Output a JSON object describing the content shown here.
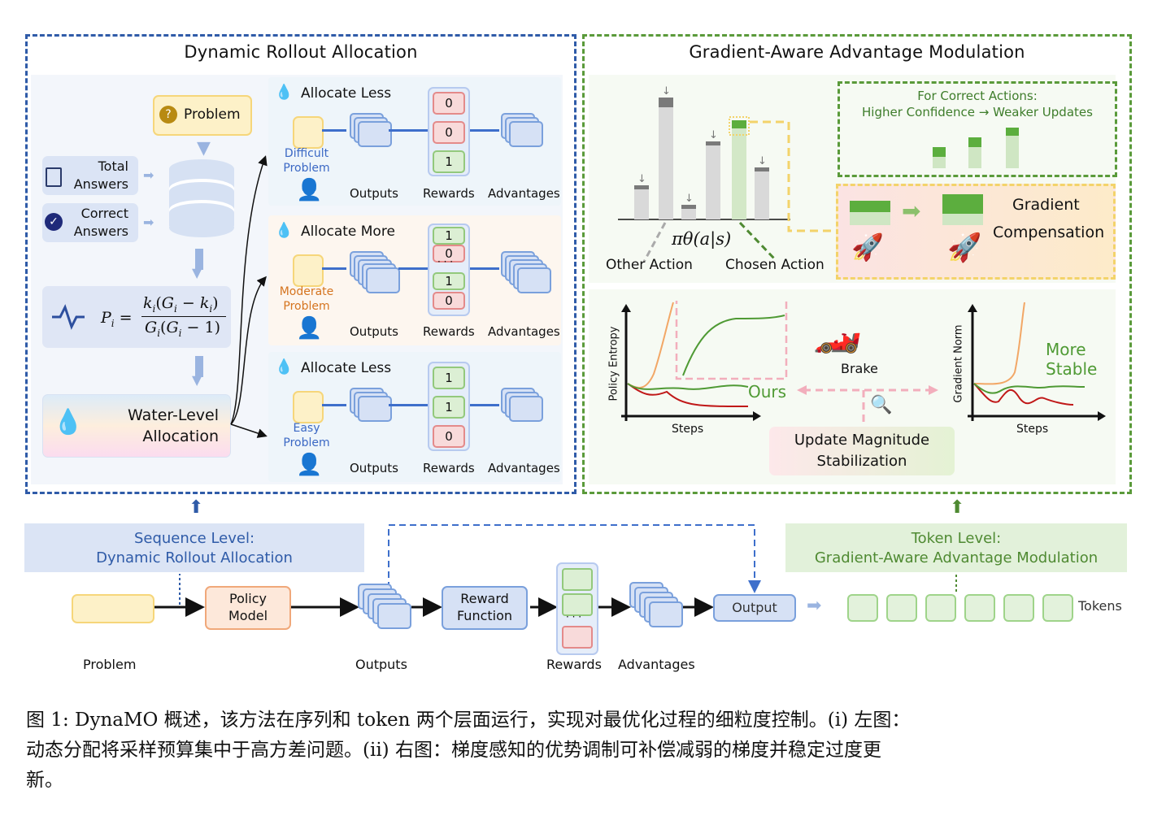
{
  "left_panel": {
    "title": "Dynamic Rollout Allocation",
    "problem_label": "Problem",
    "total_answers": "Total\nAnswers",
    "total_answers_l1": "Total",
    "total_answers_l2": "Answers",
    "correct_answers_l1": "Correct",
    "correct_answers_l2": "Answers",
    "formula": "P_i = k_i(G_i - k_i) / G_i(G_i - 1)",
    "formula_lhs": "P",
    "formula_num": "k",
    "formula_den": "G",
    "water_level_l1": "Water-Level",
    "water_level_l2": "Allocation",
    "rows": [
      {
        "title": "Allocate Less",
        "difficulty_l1": "Difficult",
        "difficulty_l2": "Problem",
        "difficulty_color": "#3b68c4",
        "rewards": [
          "0",
          "0",
          "1"
        ],
        "reward_types": [
          "r",
          "r",
          "g"
        ],
        "outputs_label": "Outputs",
        "rewards_label": "Rewards",
        "advantages_label": "Advantages"
      },
      {
        "title": "Allocate More",
        "difficulty_l1": "Moderate",
        "difficulty_l2": "Problem",
        "difficulty_color": "#d5741f",
        "rewards": [
          "1",
          "0",
          "1",
          "0"
        ],
        "reward_types": [
          "g",
          "r",
          "g",
          "r"
        ],
        "outputs_label": "Outputs",
        "rewards_label": "Rewards",
        "advantages_label": "Advantages"
      },
      {
        "title": "Allocate Less",
        "difficulty_l1": "Easy",
        "difficulty_l2": "Problem",
        "difficulty_color": "#3b68c4",
        "rewards": [
          "1",
          "1",
          "0"
        ],
        "reward_types": [
          "g",
          "g",
          "r"
        ],
        "outputs_label": "Outputs",
        "rewards_label": "Rewards",
        "advantages_label": "Advantages"
      }
    ]
  },
  "right_panel": {
    "title": "Gradient-Aware Advantage Modulation",
    "policy_label": "πθ(a|s)",
    "other_action": "Other Action",
    "chosen_action": "Chosen Action",
    "correct_actions_l1": "For Correct Actions:",
    "correct_actions_l2": "Higher Confidence → Weaker Updates",
    "gradient_comp_l1": "Gradient",
    "gradient_comp_l2": "Compensation",
    "entropy_ylabel": "Policy Entropy",
    "entropy_xlabel": "Steps",
    "ours_label": "Ours",
    "brake_label": "Brake",
    "gradnorm_ylabel": "Gradient Norm",
    "gradnorm_xlabel": "Steps",
    "more_stable_l1": "More",
    "more_stable_l2": "Stable",
    "stabilization_l1": "Update Magnitude",
    "stabilization_l2": "Stabilization"
  },
  "pipeline": {
    "sequence_level_l1": "Sequence Level:",
    "sequence_level_l2": "Dynamic Rollout Allocation",
    "token_level_l1": "Token Level:",
    "token_level_l2": "Gradient-Aware Advantage Modulation",
    "policy_model_l1": "Policy",
    "policy_model_l2": "Model",
    "reward_function_l1": "Reward",
    "reward_function_l2": "Function",
    "output_label": "Output",
    "tokens_label": "Tokens",
    "problem_label": "Problem",
    "outputs_label": "Outputs",
    "rewards_label": "Rewards",
    "advantages_label": "Advantages"
  },
  "caption": {
    "line1": "图 1: DynaMO 概述，该方法在序列和 token 两个层面运行，实现对最优化过程的细粒度控制。(i) 左图：",
    "line2": "动态分配将采样预算集中于高方差问题。(ii) 右图：梯度感知的优势调制可补偿减弱的梯度并稳定过度更",
    "line3": "新。"
  },
  "colors": {
    "left_border": "#2f5ba8",
    "right_border": "#5a9a3a",
    "reward_green": "#93c97c",
    "reward_red": "#e48a8a"
  }
}
